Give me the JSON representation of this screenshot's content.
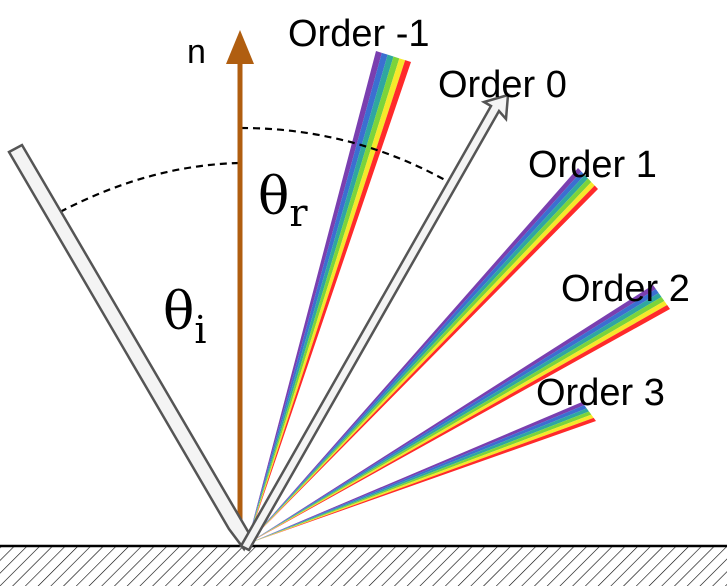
{
  "labels": {
    "normal": "n",
    "theta": "θ",
    "incident_sub": "i",
    "reflected_sub": "r",
    "order_m1": "Order -1",
    "order_0": "Order 0",
    "order_1": "Order 1",
    "order_2": "Order 2",
    "order_3": "Order 3"
  },
  "colors": {
    "normal": "#b05e10",
    "arrow_stroke": "#555555",
    "arrow_fill": "#f4f4f4",
    "surface": "#000000",
    "spectrum": [
      "#7a3fb0",
      "#3b6fd1",
      "#2fa7a0",
      "#7cd43a",
      "#f6e82a",
      "#ff2a2a"
    ]
  }
}
